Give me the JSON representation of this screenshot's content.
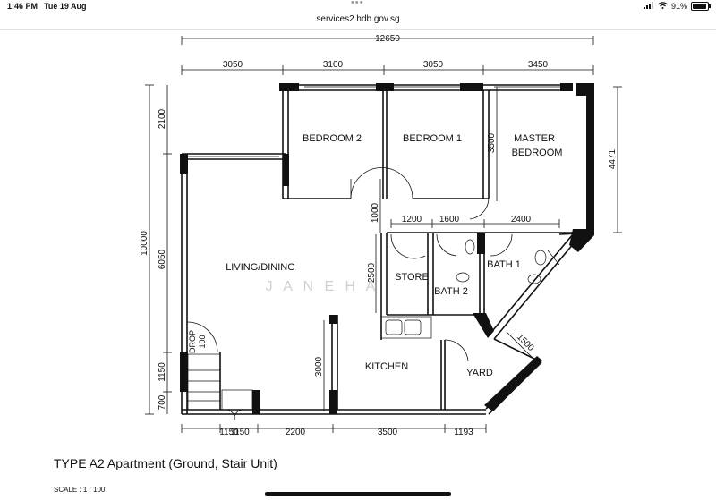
{
  "status_bar": {
    "time": "1:46 PM",
    "date": "Tue 19 Aug",
    "battery_percent": "91%",
    "battery_level": 0.91
  },
  "browser": {
    "url": "services2.hdb.gov.sg"
  },
  "floor_plan": {
    "title": "TYPE A2 Apartment (Ground, Stair Unit)",
    "scale": "SCALE : 1 : 100",
    "watermark": "J A N E   H A",
    "dimensions": {
      "overall_width": "12650",
      "top_1": "3050",
      "top_2": "3100",
      "top_3": "3050",
      "top_4": "3450",
      "left_overall": "10000",
      "left_top": "2100",
      "left_middle": "6050",
      "left_lower": "1150",
      "left_bottom": "700",
      "bedroom_depth": "3500",
      "corridor_width": "1000",
      "service_1": "1200",
      "service_2": "1600",
      "service_3": "2400",
      "store_depth": "2500",
      "kitchen_depth": "3000",
      "right_master": "4471",
      "yard_diagonal": "1500",
      "bottom_1": "1150",
      "bottom_2": "1150",
      "bottom_3": "2200",
      "bottom_4": "3500",
      "bottom_5": "1193"
    },
    "rooms": {
      "bedroom_2": "BEDROOM 2",
      "bedroom_1": "BEDROOM 1",
      "master_line1": "MASTER",
      "master_line2": "BEDROOM",
      "living_dining": "LIVING/DINING",
      "store": "STORE",
      "bath_2": "BATH 2",
      "bath_1": "BATH 1",
      "kitchen": "KITCHEN",
      "yard": "YARD",
      "drop_line1": "DROP",
      "drop_line2": "100"
    }
  }
}
